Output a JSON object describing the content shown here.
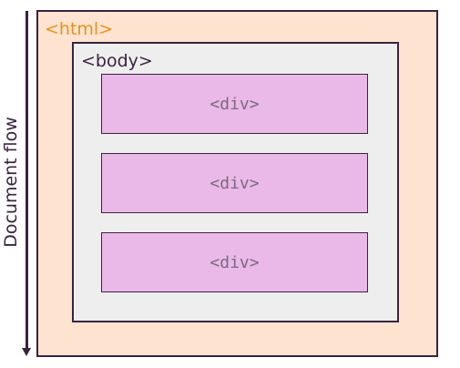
{
  "diagram": {
    "flow_label": "Document flow",
    "html_label": "<html>",
    "body_label": "<body>",
    "divs": [
      "<div>",
      "<div>",
      "<div>"
    ]
  }
}
